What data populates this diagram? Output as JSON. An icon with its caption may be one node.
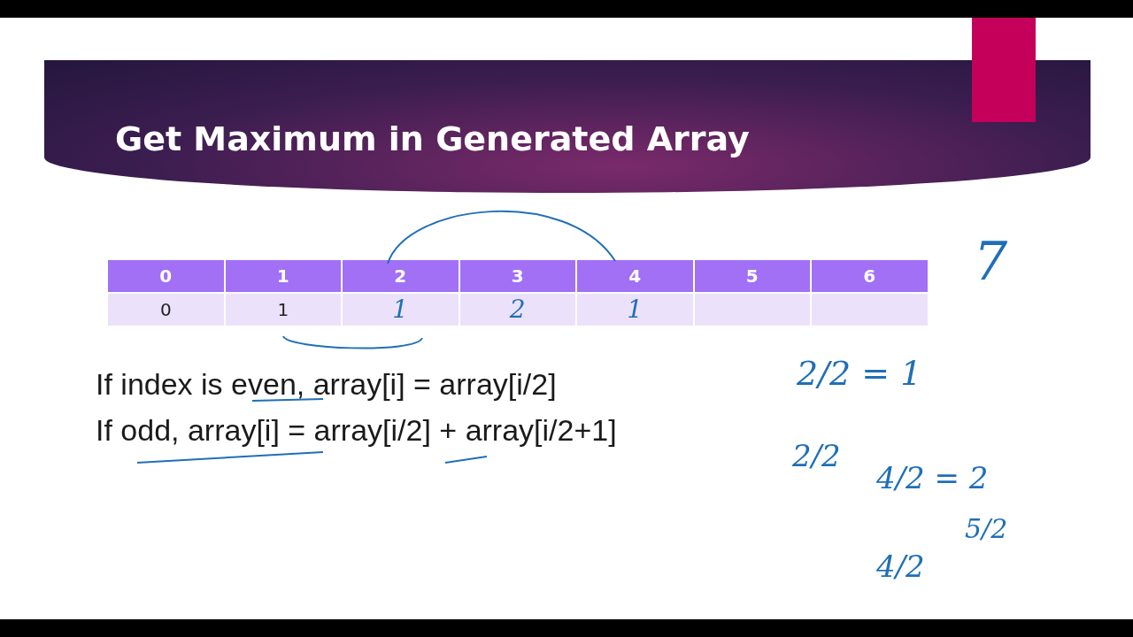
{
  "diagram": {
    "title": "Get Maximum in Generated Array",
    "labels": [
      "0",
      "1",
      "2",
      "3",
      "4",
      "5",
      "6",
      "0",
      "1",
      "1",
      "2",
      "1",
      "If index is even, array[i] = array[i/2]",
      "If odd, array[i] = array[i/2] + array[i/2+1]",
      "7",
      "2/2 = 1",
      "2/2",
      "4/2 = 2",
      "5/2",
      "4/2"
    ]
  }
}
